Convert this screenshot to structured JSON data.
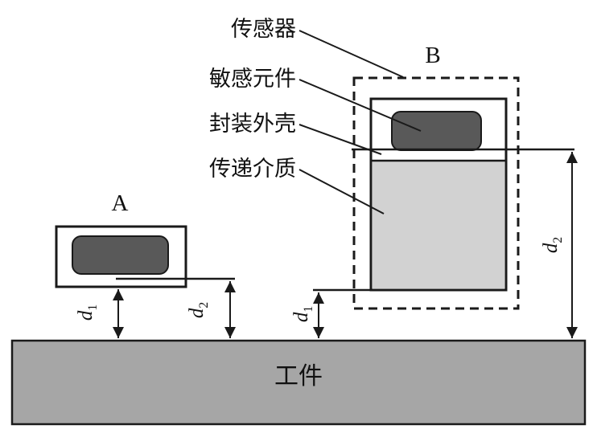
{
  "figure": {
    "labels": {
      "sensor": "传感器",
      "sensitive_element": "敏感元件",
      "shell": "封装外壳",
      "medium": "传递介质",
      "sensor_a": "A",
      "sensor_b": "B",
      "workpiece": "工件"
    },
    "dimensions": {
      "d1": {
        "base": "d",
        "sub": "1"
      },
      "d2": {
        "base": "d",
        "sub": "2"
      }
    },
    "colors": {
      "element_fill": "#595959",
      "medium_fill": "#d2d2d2",
      "workpiece_fill": "#a6a6a6",
      "line": "#1a1a1a",
      "background": "#ffffff"
    }
  }
}
